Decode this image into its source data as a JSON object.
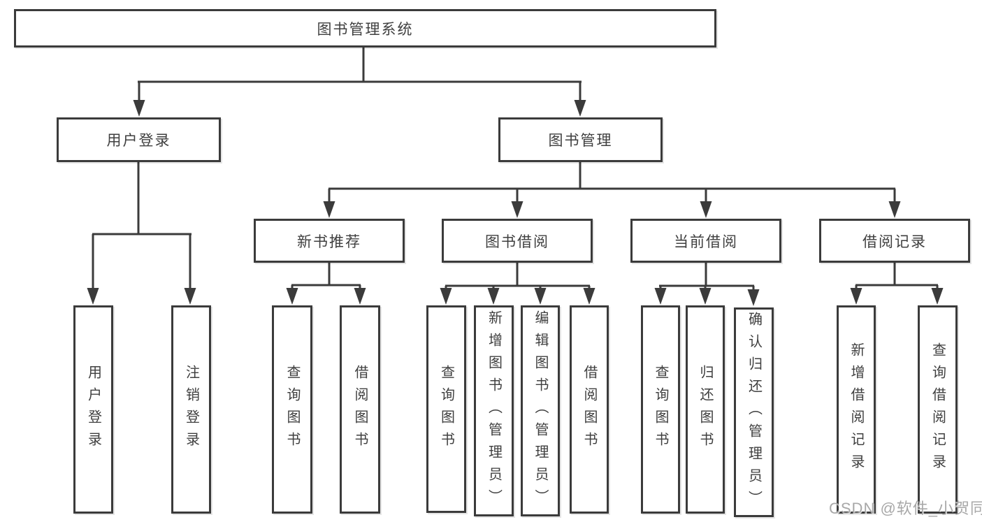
{
  "diagram": {
    "root": {
      "label": "图书管理系统"
    },
    "branches": [
      {
        "label": "用户登录",
        "children": [
          {
            "label": "用户登录"
          },
          {
            "label": "注销登录"
          }
        ]
      },
      {
        "label": "图书管理",
        "children": [
          {
            "label": "新书推荐",
            "children": [
              {
                "label": "查询图书"
              },
              {
                "label": "借阅图书"
              }
            ]
          },
          {
            "label": "图书借阅",
            "children": [
              {
                "label": "查询图书"
              },
              {
                "label": "新增图书（管理员）"
              },
              {
                "label": "编辑图书（管理员）"
              },
              {
                "label": "借阅图书"
              }
            ]
          },
          {
            "label": "当前借阅",
            "children": [
              {
                "label": "查询图书"
              },
              {
                "label": "归还图书"
              },
              {
                "label": "确认归还（管理员）"
              }
            ]
          },
          {
            "label": "借阅记录",
            "children": [
              {
                "label": "新增借阅记录"
              },
              {
                "label": "查询借阅记录"
              }
            ]
          }
        ]
      }
    ],
    "watermark": "CSDN @软件_小贺同学",
    "colors": {
      "line": "#3b3b3b",
      "text": "#3f3f3f",
      "watermark": "#a8a8a8",
      "background": "#ffffff"
    }
  }
}
